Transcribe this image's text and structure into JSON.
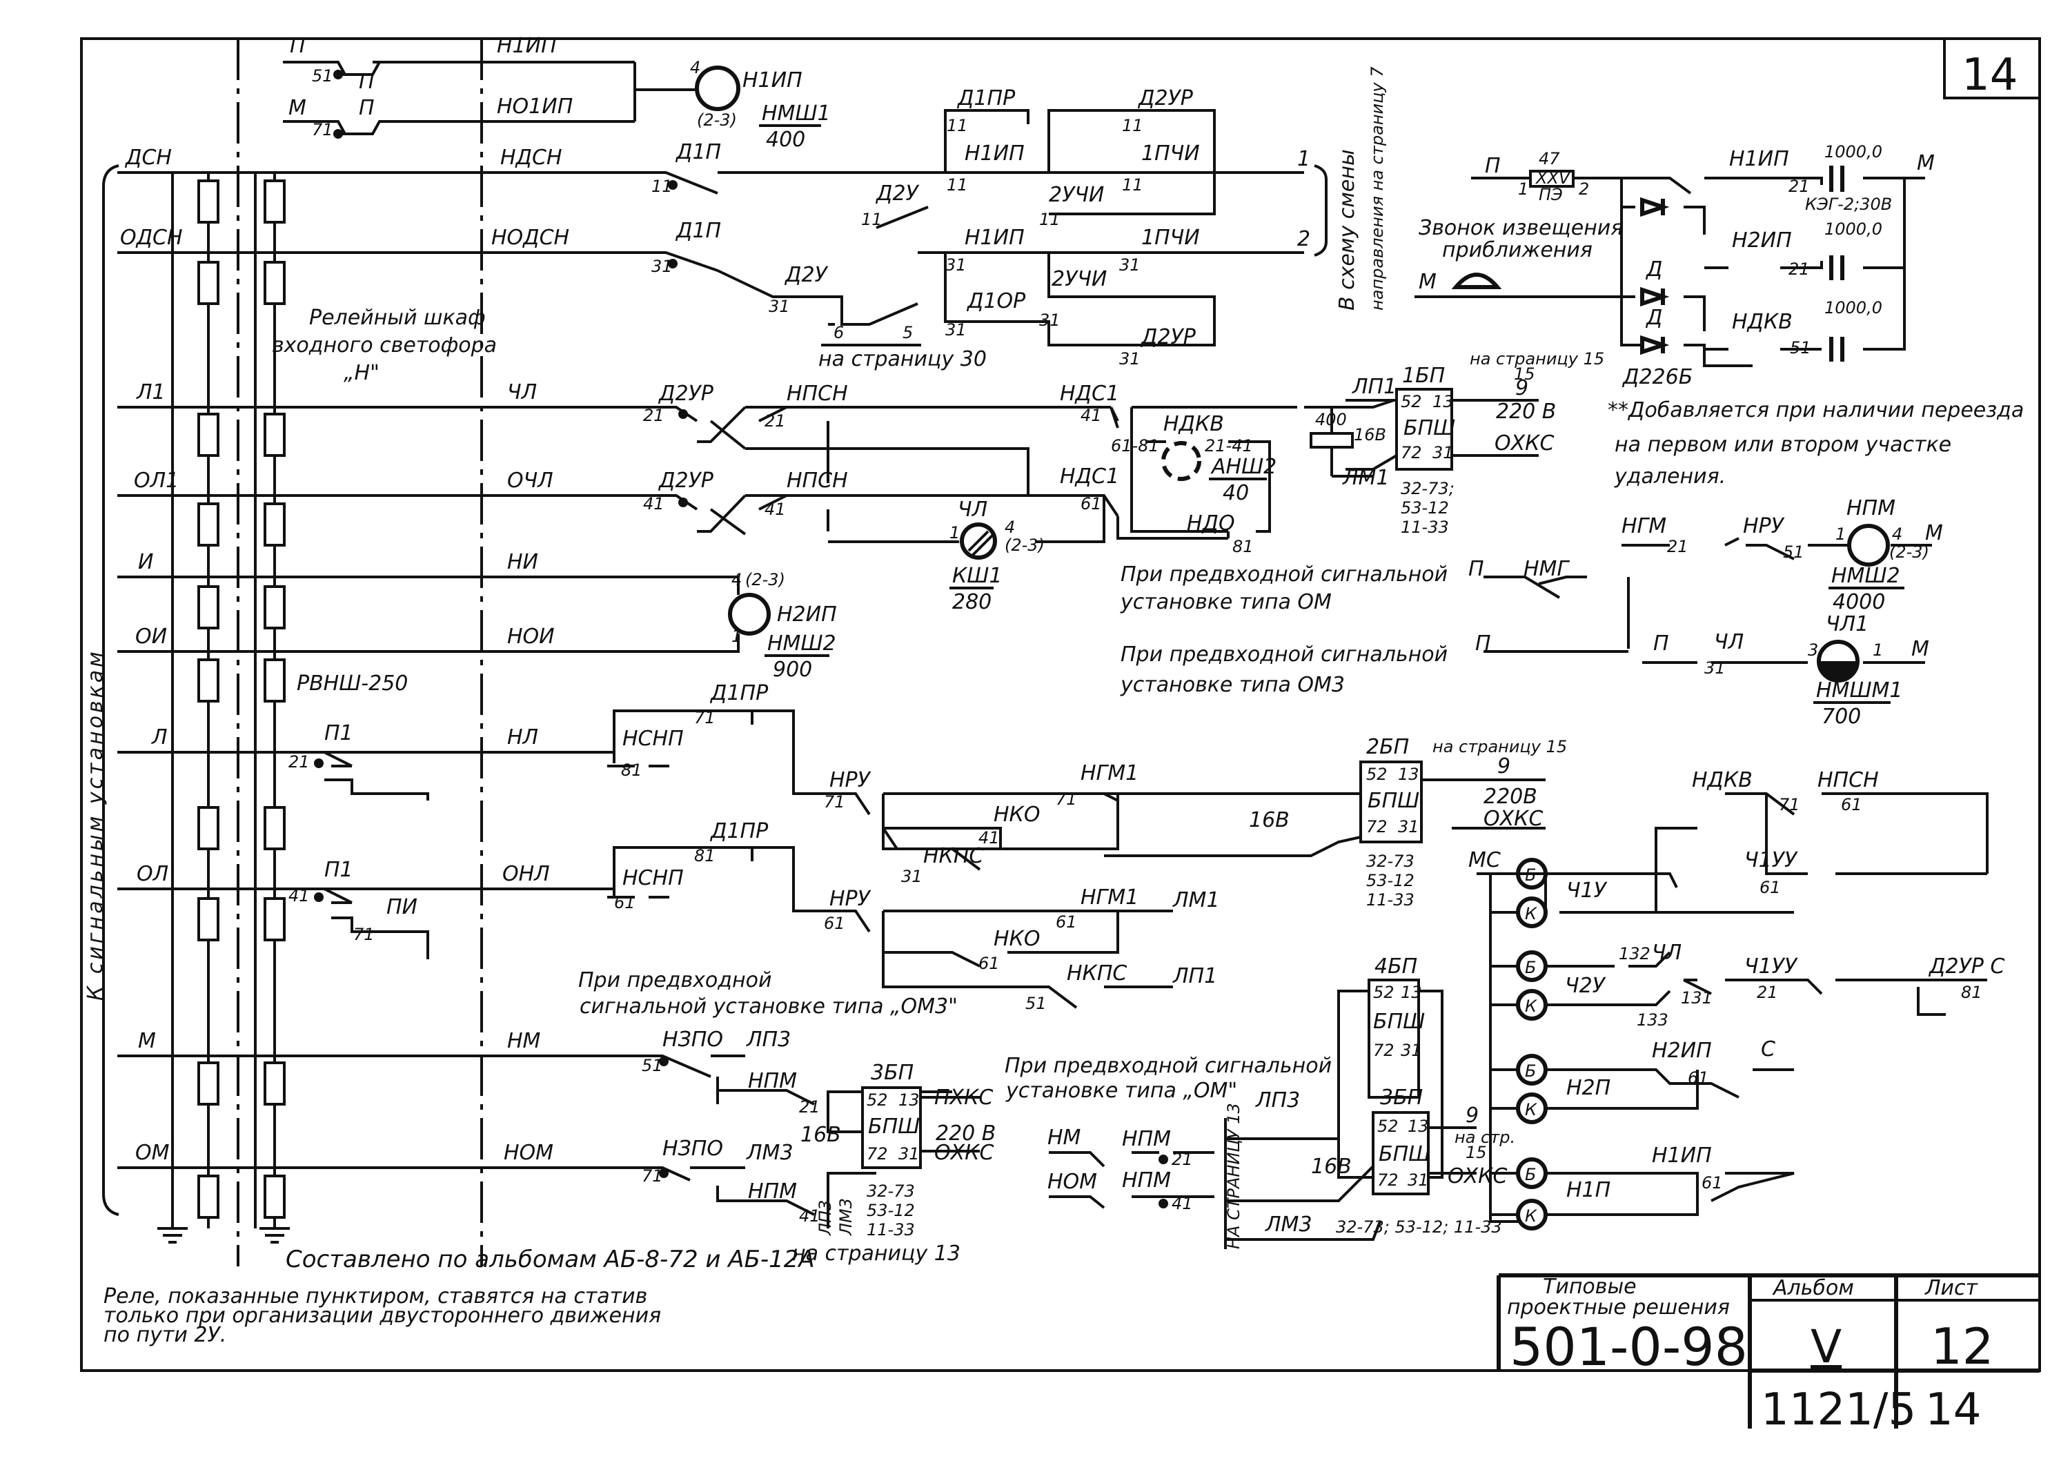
{
  "sheet": {
    "corner_page": "14",
    "left_vertical_label": "К сигнальным установкам",
    "right_vertical_note": [
      "В схему смены",
      "направления на страницу 7"
    ],
    "input_buses": [
      "ДСН",
      "ОДСН",
      "Л1",
      "ОЛ1",
      "И",
      "ОИ",
      "Л",
      "ОЛ",
      "М",
      "ОМ"
    ],
    "cable_labels": [
      "НДСН",
      "НОДСН",
      "ЧЛ",
      "ОЧЛ",
      "НИ",
      "НОИ",
      "НЛ",
      "ОНЛ",
      "НМ",
      "НОМ"
    ],
    "top_inputs": {
      "p": "П",
      "m": "М",
      "c51": "51",
      "c71": "71",
      "p1": "П",
      "p2": "П",
      "n1ip": "Н1ИП",
      "no1ip": "НО1ИП"
    }
  },
  "labels": {
    "relay_cabinet": [
      "Релейный шкаф",
      "входного светофора",
      "„Н\""
    ],
    "rvnsh": "РВНШ-250",
    "na_str_30": "на страницу 30",
    "bell": [
      "Звонок извещения",
      "приближения"
    ],
    "footnote": [
      "**Добавляется при наличии переезда",
      "на первом или втором участке",
      "удаления."
    ],
    "pre_om": [
      "При предвходной сигнальной",
      "установке типа ОМ"
    ],
    "pre_omd": [
      "При предвходной сигнальной",
      "установке типа ОМ3"
    ],
    "pre_omd_2": [
      "При предвходной",
      "сигнальной установке типа „ОМ3\""
    ],
    "pre_om_2": [
      "При предвходной сигнальной",
      "установке типа „ОМ\""
    ],
    "na_str_13_vertical": "НА СТРАНИЦУ 13",
    "compiled": "Составлено по альбомам АБ-8-72 и АБ-12А",
    "relays_note": [
      "Реле, показанные пунктиром, ставятся на статив",
      "только при организации двустороннего движения",
      "по пути 2У."
    ]
  },
  "components": {
    "n1ip": {
      "name": "Н1ИП",
      "pins_a": "4",
      "pins_b": "(2-3)",
      "type": "НМШ1",
      "ohm": "400"
    },
    "n2ip": {
      "name": "Н2ИП",
      "pins_a": "4",
      "pins_b": "(2-3)",
      "pin_1": "1",
      "type": "НМШ2",
      "ohm": "900"
    },
    "ndkv": {
      "name": "НДКВ",
      "pins_a": "61-81",
      "pins_b": "21-41",
      "type": "АНШ2",
      "ohm": "40"
    },
    "chl_lamp": {
      "name": "ЧЛ",
      "pin_1": "1",
      "pin_4": "4",
      "pins": "(2-3)",
      "type": "КШ1",
      "ohm": "280"
    },
    "npm": {
      "name": "НПМ",
      "pin_1": "1",
      "pin_4": "4",
      "pins": "(2-3)",
      "type": "НМШ2",
      "ohm": "4000"
    },
    "chl1": {
      "name": "ЧЛ1",
      "pin_3": "3",
      "pin_1": "1",
      "type": "НМШМ1",
      "ohm": "700"
    },
    "res": {
      "value": "47",
      "pin_1": "1",
      "code": "XXV",
      "type": "ПЭ",
      "pin_2": "2"
    },
    "cap1": {
      "value": "1000,0",
      "type": "КЭГ-2;30В"
    },
    "cap2": {
      "value": "1000,0"
    },
    "cap3": {
      "value": "1000,0"
    },
    "diode": {
      "name": "Д",
      "type": "Д226Б"
    },
    "res400": "400",
    "v16b": "16В",
    "v16b_b": "16В",
    "v16b_c": "16В"
  },
  "bp_blocks": {
    "b1": {
      "title": "1БП",
      "p52": "52",
      "p13": "13",
      "name": "БПШ",
      "p72": "72",
      "p31": "31",
      "codes": [
        "32-73;",
        "53-12",
        "11-33"
      ]
    },
    "b2": {
      "title": "2БП",
      "p52": "52",
      "p13": "13",
      "name": "БПШ",
      "p72": "72",
      "p31": "31",
      "codes": [
        "32-73",
        "53-12",
        "11-33"
      ]
    },
    "b3": {
      "title": "3БП",
      "p52": "52",
      "p13": "13",
      "name": "БПШ",
      "p72": "72",
      "p31": "31",
      "codes": [
        "32-73",
        "53-12",
        "11-33"
      ]
    },
    "b4": {
      "title": "4БП",
      "p52": "52",
      "p13": "13",
      "name": "БПШ",
      "p72": "72",
      "p31": "31"
    },
    "b5": {
      "title": "3БП",
      "p52": "52",
      "p13": "13",
      "name": "БПШ",
      "p72": "72",
      "p31": "31",
      "codes": [
        "32-73; 53-12; 11-33"
      ]
    }
  },
  "out_labels": {
    "o1": "1",
    "o2": "2",
    "to15": "на страницу 15",
    "n15": "15",
    "n9": "9",
    "v220": "220 В",
    "okhks": "ОХКС",
    "to15b": "на страницу 15",
    "n9b": "9",
    "v220b": "220В",
    "okhksb": "ОХКС",
    "pkhks": "ПХКС",
    "v220c": "220 В",
    "okhksc": "ОХКС",
    "n9c": "9",
    "nastr": "на стр.",
    "n15c": "15",
    "okhksd": "ОХКС",
    "na_str_13": "на страницу 13",
    "lp1": "ЛП1",
    "lm1": "ЛМ1",
    "lm1b": "ЛМ1",
    "lp1b": "ЛП1",
    "lp3": "ЛП3",
    "lm3": "ЛМ3",
    "lp3v": "ЛП3",
    "lm3v": "ЛМ3",
    "lp3r": "ЛП3",
    "lm3r": "ЛМ3"
  },
  "contacts": {
    "d1p_a": "Д1П",
    "d1p_a_n": "11",
    "d1p_b": "Д1П",
    "d1p_b_n": "31",
    "d2u_a": "Д2У",
    "d2u_a_n": "11",
    "d2u_b": "Д2У",
    "d2u_b_n": "31",
    "d1pr": "Д1ПР",
    "d1pr_n": "11",
    "n1ip_a": "Н1ИП",
    "n1ip_a_n": "11",
    "d2ur_a": "Д2УР",
    "d2ur_a_n": "11",
    "1pchi_a": "1ПЧИ",
    "1pchi_a_n": "11",
    "2uchi_a": "2УЧИ",
    "2uchi_a_n": "11",
    "n1ip_b": "Н1ИП",
    "n1ip_b_n": "31",
    "1pchi_b": "1ПЧИ",
    "1pchi_b_n": "31",
    "d1or": "Д1ОР",
    "d1or_n": "31",
    "2uchi_b": "2УЧИ",
    "2uchi_b_n": "31",
    "d2ur_b": "Д2УР",
    "d2ur_b_n": "31",
    "c6": "6",
    "c5": "5",
    "d2ur_c": "Д2УР",
    "d2ur_c_n": "21",
    "npsn_a": "НПСН",
    "npsn_a_n": "21",
    "d2ur_d": "Д2УР",
    "d2ur_d_n": "41",
    "npsn_b": "НПСН",
    "npsn_b_n": "41",
    "nds1_a": "НДС1",
    "nds1_a_n": "41",
    "nds1_b": "НДС1",
    "nds1_b_n": "61",
    "ndo": "НДО",
    "ndo_n": "81",
    "p1_a": "П1",
    "p1_a_n": "21",
    "p1_b": "П1",
    "p1_b_n": "41",
    "pi": "ПИ",
    "pi_n": "71",
    "d1pr_b": "Д1ПР",
    "d1pr_b_n": "71",
    "nsnp_a": "НСНП",
    "nsnp_a_n": "81",
    "d1pr_c": "Д1ПР",
    "d1pr_c_n": "81",
    "nsnp_b": "НСНП",
    "nsnp_b_n": "61",
    "nru_a": "НРУ",
    "nru_a_n": "71",
    "ngm1_a": "НГМ1",
    "ngm1_a_n": "71",
    "nko_a": "НКО",
    "nko_a_n": "41",
    "nkps_a": "НКПС",
    "nkps_a_n": "31",
    "nru_b": "НРУ",
    "nru_b_n": "61",
    "ngm1_b": "НГМ1",
    "ngm1_b_n": "61",
    "nko_b": "НКО",
    "nko_b_n": "61",
    "nkps_b": "НКПС",
    "nkps_b_n": "51",
    "nzpo_a": "НЗПО",
    "nzpo_a_n": "51",
    "npm_a": "НПМ",
    "npm_a_n": "21",
    "nzpo_b": "НЗПО",
    "nzpo_b_n": "71",
    "npm_b": "НПМ",
    "npm_b_n": "41",
    "npm_c": "НПМ",
    "npm_c_n": "21",
    "npm_d": "НПМ",
    "npm_d_n": "41",
    "nm_in": "НМ",
    "nom_in": "НОМ",
    "n1ip_c": "Н1ИП",
    "n1ip_c_n": "21",
    "n2ip_c": "Н2ИП",
    "n2ip_c_n": "21",
    "ndkv_c": "НДКВ",
    "ndkv_c_n": "51",
    "ngm": "НГМ",
    "ngm_n": "21",
    "nru_c": "НРУ",
    "nru_c_n": "51",
    "nmg": "НМГ",
    "chl_c": "ЧЛ",
    "chl_c_n": "31",
    "p_a": "П",
    "m_a": "М",
    "p_b": "П",
    "p_c": "П",
    "p_d": "П",
    "m_b": "М",
    "p_e": "П",
    "m_c": "М",
    "p_f": "П",
    "m_d": "М",
    "mc": "МС",
    "c_out": "С",
    "ndkv_d": "НДКВ",
    "ndkv_d_n": "71",
    "npsn_c": "НПСН",
    "npsn_c_n": "61",
    "ch1uu_a": "Ч1УУ",
    "ch1uu_a_n": "61",
    "ch1u": "Ч1У",
    "ch2u": "Ч2У",
    "chl_d": "ЧЛ",
    "chl_d_132": "132",
    "chl_d_131": "131",
    "chl_d_133": "133",
    "ch1uu_b": "Ч1УУ",
    "ch1uu_b_n": "21",
    "d2ur_e": "Д2УР С",
    "d2ur_e_n": "81",
    "n2ip_d": "Н2ИП",
    "n2ip_d_n": "61",
    "n2p": "Н2П",
    "n1ip_d": "Н1ИП",
    "n1ip_d_n": "61",
    "n1p": "Н1П",
    "b1": "Б",
    "k1": "К",
    "b2": "Б",
    "k2": "К",
    "b3": "Б",
    "k3": "К",
    "b4": "Б",
    "k4": "К"
  },
  "title_block": {
    "typical": [
      "Типовые",
      "проектные решения"
    ],
    "code": "501-0-98",
    "album_h": "Альбом",
    "album": "V",
    "sheet_h": "Лист",
    "sheet": "12",
    "inv": "1121/5",
    "page": "14"
  }
}
